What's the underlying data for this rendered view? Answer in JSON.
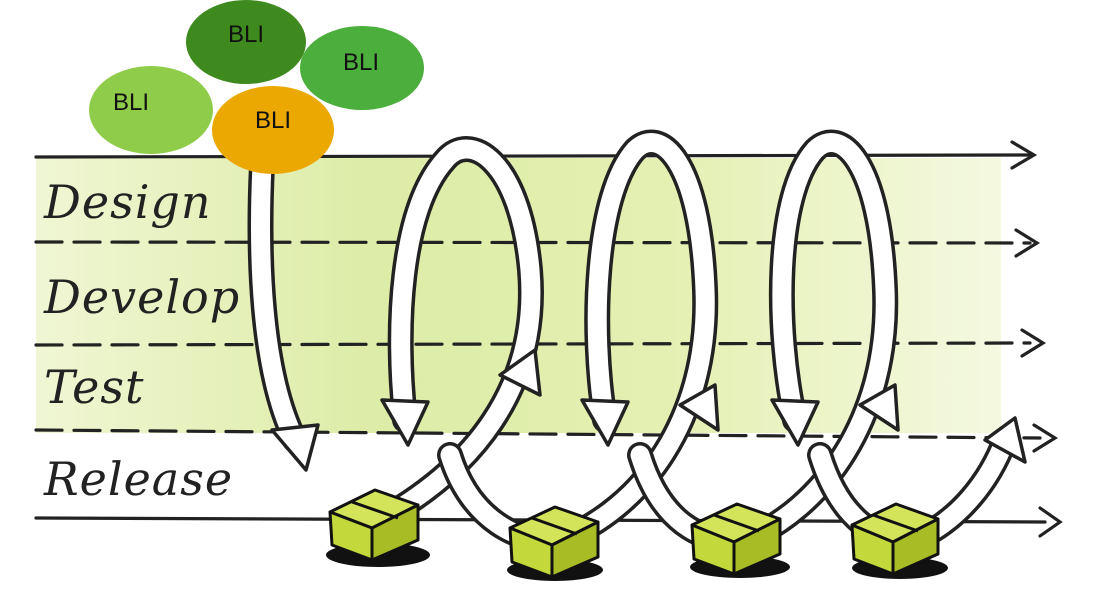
{
  "lanes": {
    "design": "Design",
    "develop": "Develop",
    "test": "Test",
    "release": "Release"
  },
  "bli_items": [
    {
      "label": "BLI",
      "color": "#3f8a1e"
    },
    {
      "label": "BLI",
      "color": "#4cae3c"
    },
    {
      "label": "BLI",
      "color": "#8fcc4a"
    },
    {
      "label": "BLI",
      "color": "#eba800"
    }
  ],
  "colors": {
    "band": "#d6e89a",
    "band_light": "#eef5cf",
    "package": "#c3d83a",
    "package_dark": "#97ab1c",
    "line": "#222222"
  }
}
